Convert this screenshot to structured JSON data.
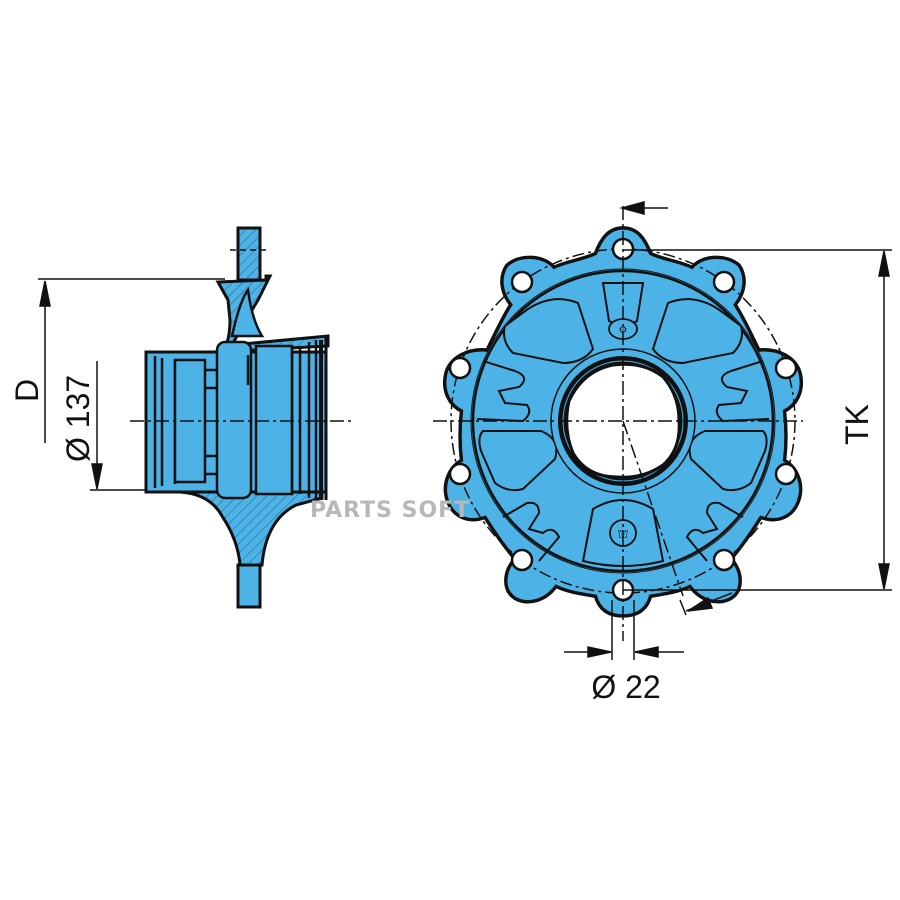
{
  "drawing": {
    "title": "Wheel hub technical drawing",
    "fill_color": "#4db3e6",
    "outline_color": "#111111",
    "background_color": "#ffffff",
    "watermark_color": "#b8b8b8"
  },
  "side_view": {
    "dimension_d_label": "D",
    "dimension_bore_label": "Ø 137"
  },
  "front_view": {
    "bolt_hole_count": 10,
    "dimension_tk_label": "TK",
    "dimension_hole_label": "Ø 22"
  },
  "watermark": {
    "text": "PARTS SOFT"
  }
}
